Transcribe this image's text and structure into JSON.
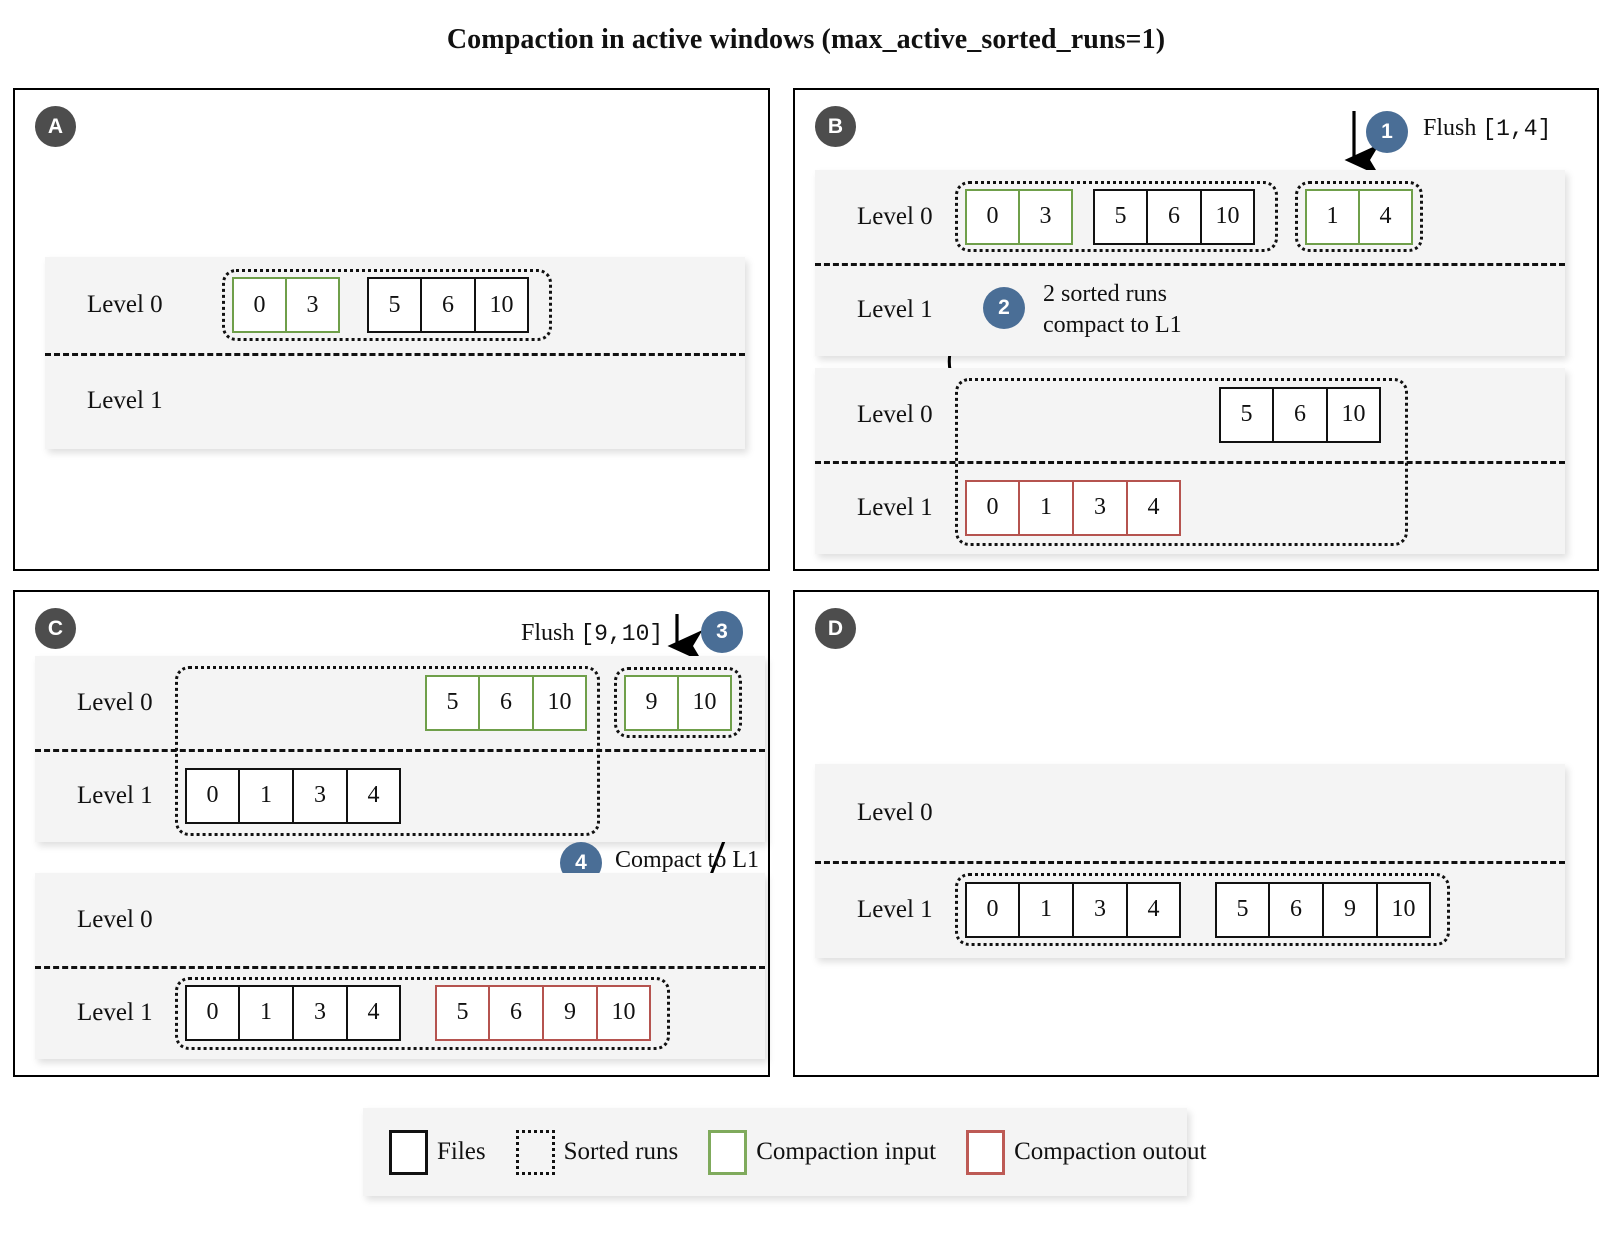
{
  "title": "Compaction in active windows (max_active_sorted_runs=1)",
  "level_labels": {
    "l0": "Level 0",
    "l1": "Level 1"
  },
  "panels": {
    "a": {
      "badge": "A"
    },
    "b": {
      "badge": "B"
    },
    "c": {
      "badge": "C"
    },
    "d": {
      "badge": "D"
    }
  },
  "annotations": {
    "step1": {
      "num": "1",
      "label": "Flush",
      "range": "[1,4]"
    },
    "step2": {
      "num": "2",
      "line1": "2 sorted runs",
      "line2": "compact to L1"
    },
    "step3": {
      "num": "3",
      "label": "Flush",
      "range": "[9,10]"
    },
    "step4": {
      "num": "4",
      "label": "Compact to L1"
    }
  },
  "legend": {
    "items": [
      {
        "name": "files",
        "label": "Files",
        "style": "solid",
        "color": "#111111"
      },
      {
        "name": "sorted-runs",
        "label": "Sorted runs",
        "style": "dotted",
        "color": "#111111"
      },
      {
        "name": "compaction-input",
        "label": "Compaction input",
        "style": "green",
        "color": "#7faa5c"
      },
      {
        "name": "compaction-output",
        "label": "Compaction outout",
        "style": "red",
        "color": "#bd5a55"
      }
    ]
  },
  "colors": {
    "file_border": "#111111",
    "input_green": "#6f9f4a",
    "output_red": "#b5534f",
    "step_badge": "#4a6e96",
    "panel_badge": "#4d4d4d",
    "level_bg": "#f4f4f4"
  },
  "chart_data": {
    "type": "diagram",
    "title": "Compaction in active windows (max_active_sorted_runs=1)",
    "states": [
      {
        "panel": "A",
        "stages": [
          {
            "level0": [
              {
                "files": [
                  "0",
                  "3"
                ],
                "role": "compaction-input"
              },
              {
                "files": [
                  "5",
                  "6",
                  "10"
                ],
                "role": "file"
              }
            ],
            "level1": [],
            "sorted_runs": [
              "0,3 + 5,6,10"
            ]
          }
        ]
      },
      {
        "panel": "B",
        "stages": [
          {
            "level0": [
              {
                "files": [
                  "0",
                  "3"
                ],
                "role": "compaction-input"
              },
              {
                "files": [
                  "5",
                  "6",
                  "10"
                ],
                "role": "file"
              },
              {
                "files": [
                  "1",
                  "4"
                ],
                "role": "compaction-input"
              }
            ],
            "level1": [],
            "sorted_runs": [
              "0,3 + 5,6,10",
              "1,4"
            ]
          },
          {
            "level0": [
              {
                "files": [
                  "5",
                  "6",
                  "10"
                ],
                "role": "file"
              }
            ],
            "level1": [
              {
                "files": [
                  "0",
                  "1",
                  "3",
                  "4"
                ],
                "role": "compaction-output"
              }
            ],
            "sorted_runs": [
              "5,6,10 + 0,1,3,4"
            ]
          }
        ]
      },
      {
        "panel": "C",
        "stages": [
          {
            "level0": [
              {
                "files": [
                  "5",
                  "6",
                  "10"
                ],
                "role": "compaction-input"
              },
              {
                "files": [
                  "9",
                  "10"
                ],
                "role": "compaction-input"
              }
            ],
            "level1": [
              {
                "files": [
                  "0",
                  "1",
                  "3",
                  "4"
                ],
                "role": "file"
              }
            ],
            "sorted_runs": [
              "5,6,10 + 0,1,3,4",
              "9,10"
            ]
          },
          {
            "level0": [],
            "level1": [
              {
                "files": [
                  "0",
                  "1",
                  "3",
                  "4"
                ],
                "role": "file"
              },
              {
                "files": [
                  "5",
                  "6",
                  "9",
                  "10"
                ],
                "role": "compaction-output"
              }
            ],
            "sorted_runs": [
              "0,1,3,4 + 5,6,9,10"
            ]
          }
        ]
      },
      {
        "panel": "D",
        "stages": [
          {
            "level0": [],
            "level1": [
              {
                "files": [
                  "0",
                  "1",
                  "3",
                  "4"
                ],
                "role": "file"
              },
              {
                "files": [
                  "5",
                  "6",
                  "9",
                  "10"
                ],
                "role": "file"
              }
            ],
            "sorted_runs": [
              "0,1,3,4 + 5,6,9,10"
            ]
          }
        ]
      }
    ]
  }
}
